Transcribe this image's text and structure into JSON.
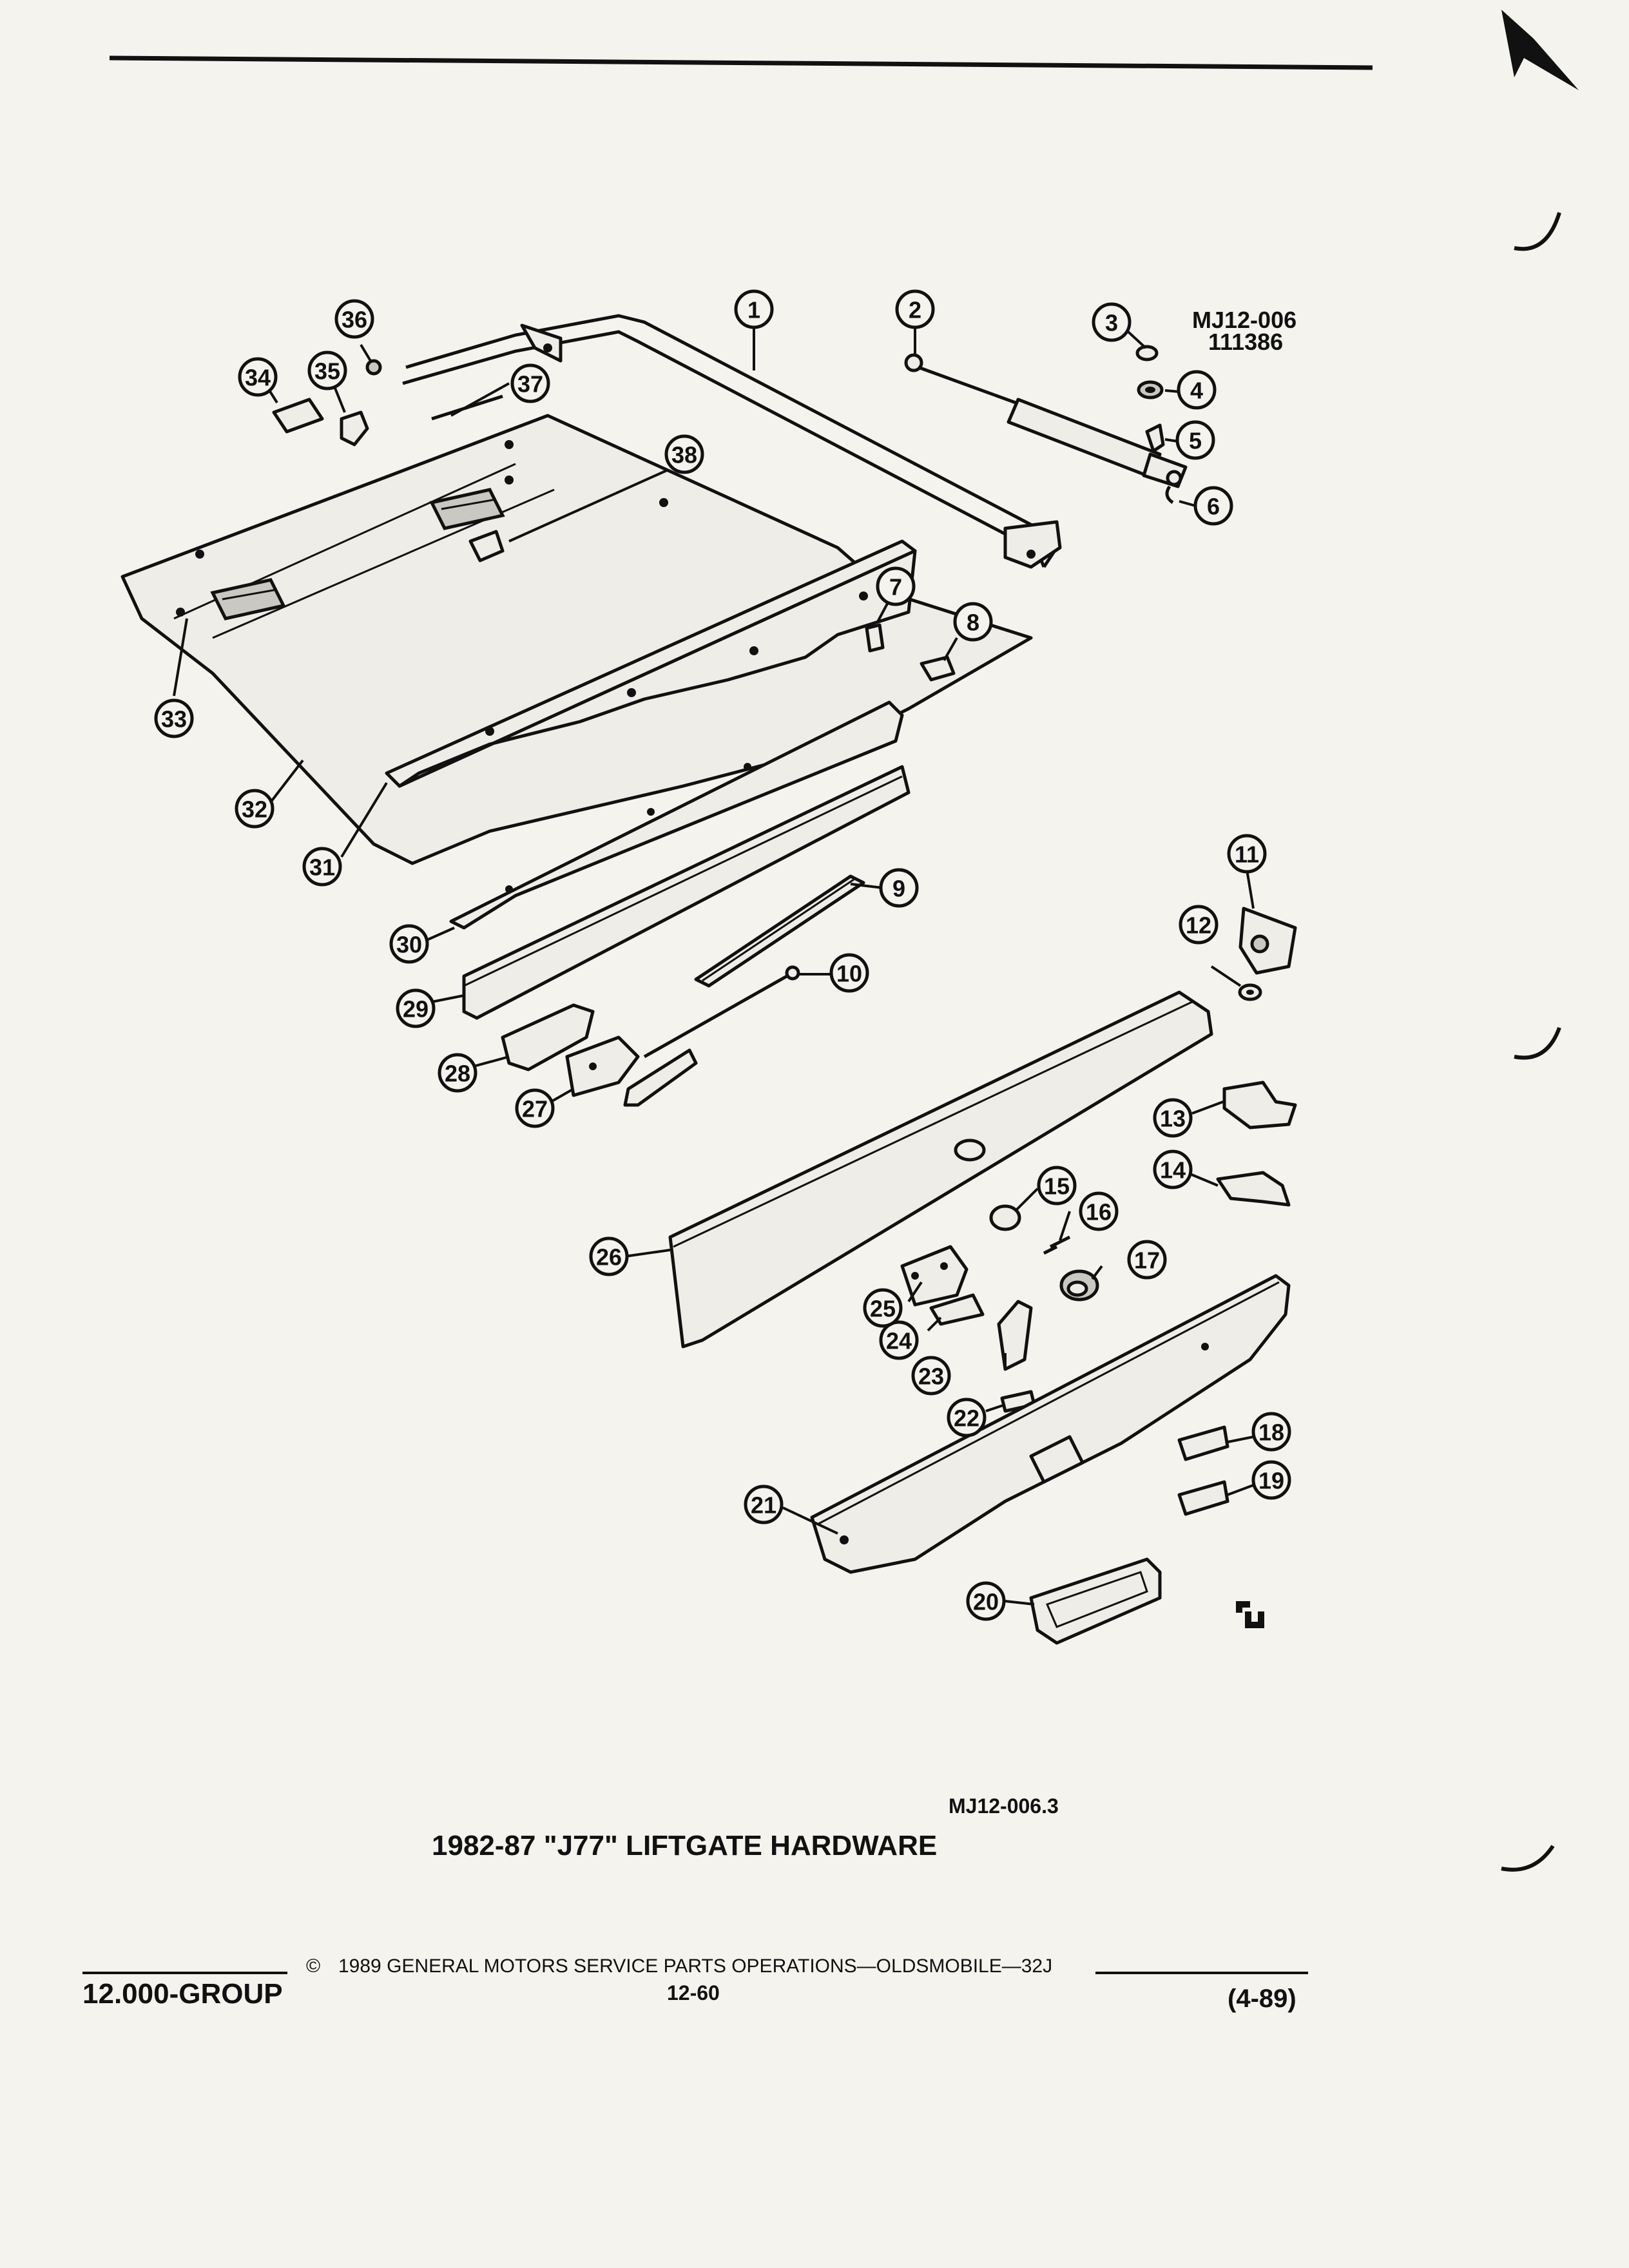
{
  "diagram_code": "MJ12-006",
  "diagram_date": "111386",
  "figure_number": "MJ12-006.3",
  "title": "1982-87 \"J77\" LIFTGATE HARDWARE",
  "footer": {
    "group": "12.000-GROUP",
    "copyright_symbol": "©",
    "copyright": "1989  GENERAL MOTORS SERVICE PARTS OPERATIONS—OLDSMOBILE—32J",
    "page": "12-60",
    "date": "(4-89)"
  },
  "logo_mark": "GM service parts logo",
  "callouts": [
    "1",
    "2",
    "3",
    "4",
    "5",
    "6",
    "7",
    "8",
    "9",
    "10",
    "11",
    "12",
    "13",
    "14",
    "15",
    "16",
    "17",
    "18",
    "19",
    "20",
    "21",
    "22",
    "23",
    "24",
    "25",
    "26",
    "27",
    "28",
    "29",
    "30",
    "31",
    "32",
    "33",
    "34",
    "35",
    "36",
    "37",
    "38"
  ],
  "colors": {
    "ink": "#111111",
    "paper": "#f4f3ee"
  }
}
